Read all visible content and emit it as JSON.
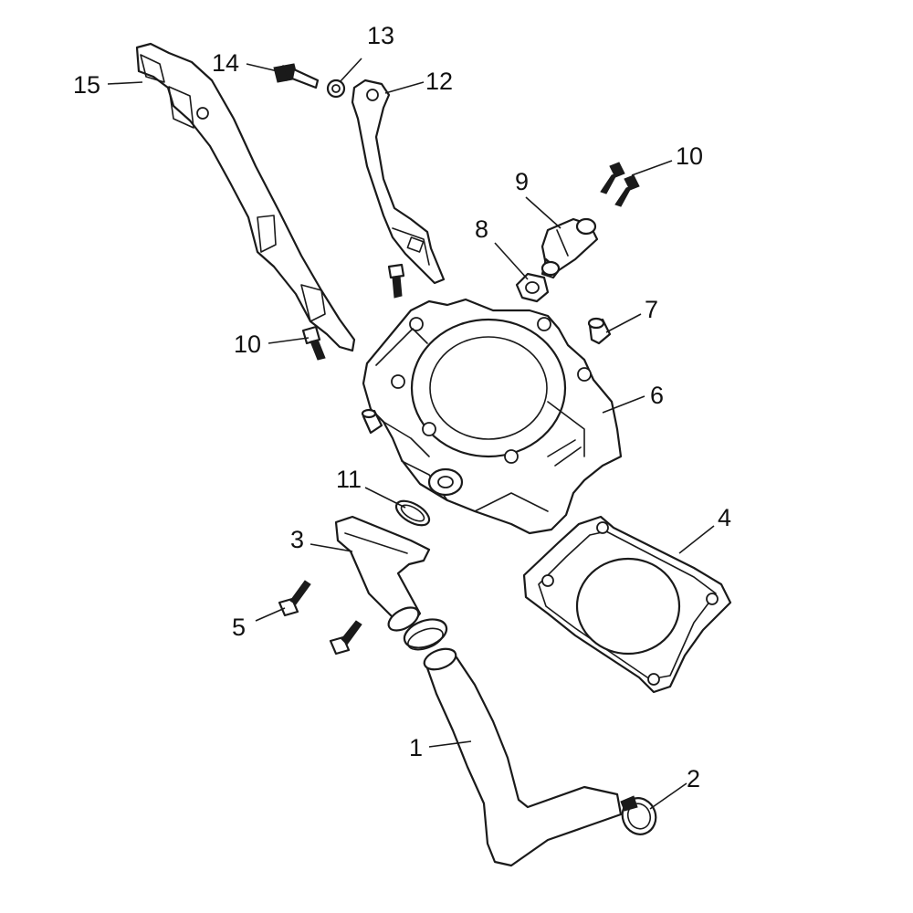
{
  "callouts": {
    "c1": "1",
    "c2": "2",
    "c3": "3",
    "c4": "4",
    "c5": "5",
    "c6": "6",
    "c7": "7",
    "c8": "8",
    "c9": "9",
    "c10a": "10",
    "c10b": "10",
    "c11": "11",
    "c12": "12",
    "c13": "13",
    "c14": "14",
    "c15": "15"
  },
  "colors": {
    "line": "#1a1a1a",
    "background": "#ffffff"
  }
}
